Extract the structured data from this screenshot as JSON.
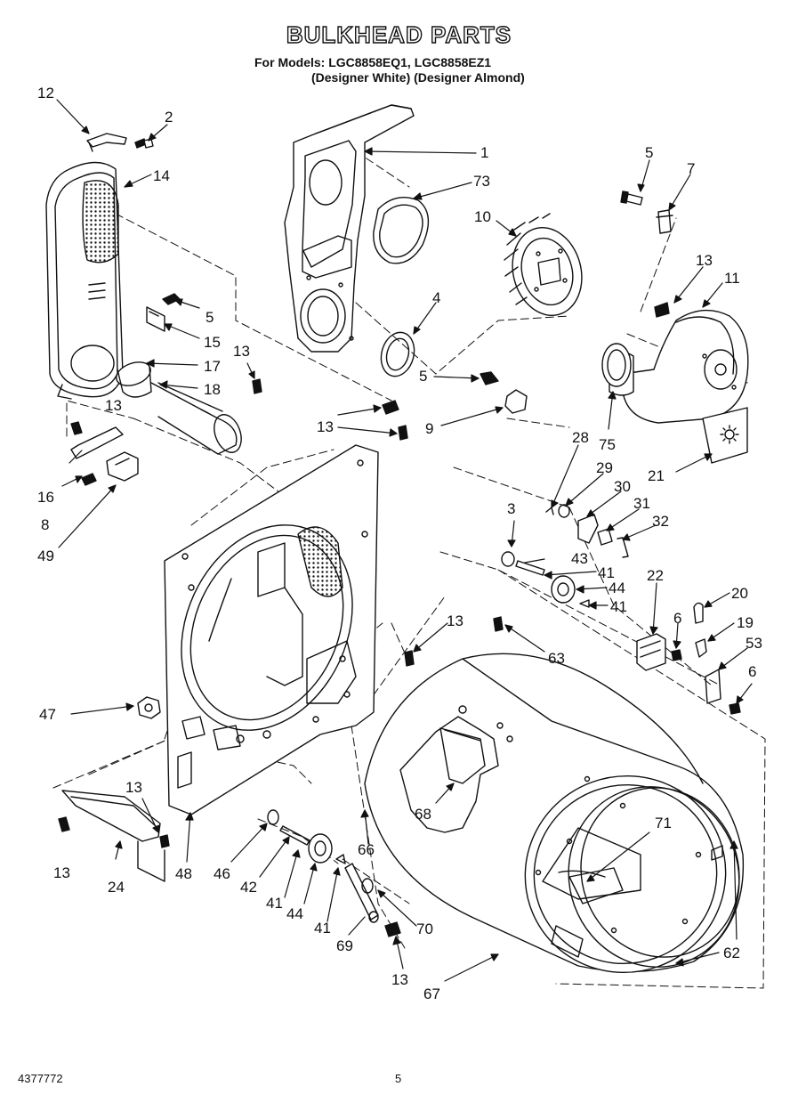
{
  "header": {
    "title": "BULKHEAD PARTS",
    "models_line": "For Models: LGC8858EQ1, LGC8858EZ1",
    "colors_line": "(Designer White) (Designer Almond)"
  },
  "footer": {
    "doc_code": "4377772",
    "page_number": "5"
  },
  "callouts": [
    {
      "id": "c-12",
      "text": "12"
    },
    {
      "id": "c-2",
      "text": "2"
    },
    {
      "id": "c-14",
      "text": "14"
    },
    {
      "id": "c-1",
      "text": "1"
    },
    {
      "id": "c-73",
      "text": "73"
    },
    {
      "id": "c-5a",
      "text": "5"
    },
    {
      "id": "c-7",
      "text": "7"
    },
    {
      "id": "c-10",
      "text": "10"
    },
    {
      "id": "c-13a",
      "text": "13"
    },
    {
      "id": "c-11",
      "text": "11"
    },
    {
      "id": "c-4",
      "text": "4"
    },
    {
      "id": "c-5b",
      "text": "5"
    },
    {
      "id": "c-15",
      "text": "15"
    },
    {
      "id": "c-13b",
      "text": "13"
    },
    {
      "id": "c-17",
      "text": "17"
    },
    {
      "id": "c-18",
      "text": "18"
    },
    {
      "id": "c-5c",
      "text": "5"
    },
    {
      "id": "c-13c",
      "text": "13"
    },
    {
      "id": "c-13d",
      "text": "13"
    },
    {
      "id": "c-9",
      "text": "9"
    },
    {
      "id": "c-28",
      "text": "28"
    },
    {
      "id": "c-75",
      "text": "75"
    },
    {
      "id": "c-21",
      "text": "21"
    },
    {
      "id": "c-16",
      "text": "16"
    },
    {
      "id": "c-8",
      "text": "8"
    },
    {
      "id": "c-49",
      "text": "49"
    },
    {
      "id": "c-29",
      "text": "29"
    },
    {
      "id": "c-30",
      "text": "30"
    },
    {
      "id": "c-31",
      "text": "31"
    },
    {
      "id": "c-32",
      "text": "32"
    },
    {
      "id": "c-3",
      "text": "3"
    },
    {
      "id": "c-43",
      "text": "43"
    },
    {
      "id": "c-41a",
      "text": "41"
    },
    {
      "id": "c-44a",
      "text": "44"
    },
    {
      "id": "c-41b",
      "text": "41"
    },
    {
      "id": "c-22",
      "text": "22"
    },
    {
      "id": "c-20",
      "text": "20"
    },
    {
      "id": "c-6a",
      "text": "6"
    },
    {
      "id": "c-19",
      "text": "19"
    },
    {
      "id": "c-53",
      "text": "53"
    },
    {
      "id": "c-6b",
      "text": "6"
    },
    {
      "id": "c-13e",
      "text": "13"
    },
    {
      "id": "c-63",
      "text": "63"
    },
    {
      "id": "c-47",
      "text": "47"
    },
    {
      "id": "c-68",
      "text": "68"
    },
    {
      "id": "c-71",
      "text": "71"
    },
    {
      "id": "c-13f",
      "text": "13"
    },
    {
      "id": "c-13g",
      "text": "13"
    },
    {
      "id": "c-24",
      "text": "24"
    },
    {
      "id": "c-48",
      "text": "48"
    },
    {
      "id": "c-46",
      "text": "46"
    },
    {
      "id": "c-42",
      "text": "42"
    },
    {
      "id": "c-41c",
      "text": "41"
    },
    {
      "id": "c-44b",
      "text": "44"
    },
    {
      "id": "c-41d",
      "text": "41"
    },
    {
      "id": "c-66",
      "text": "66"
    },
    {
      "id": "c-69",
      "text": "69"
    },
    {
      "id": "c-70",
      "text": "70"
    },
    {
      "id": "c-62",
      "text": "62"
    },
    {
      "id": "c-13h",
      "text": "13"
    },
    {
      "id": "c-67",
      "text": "67"
    }
  ]
}
